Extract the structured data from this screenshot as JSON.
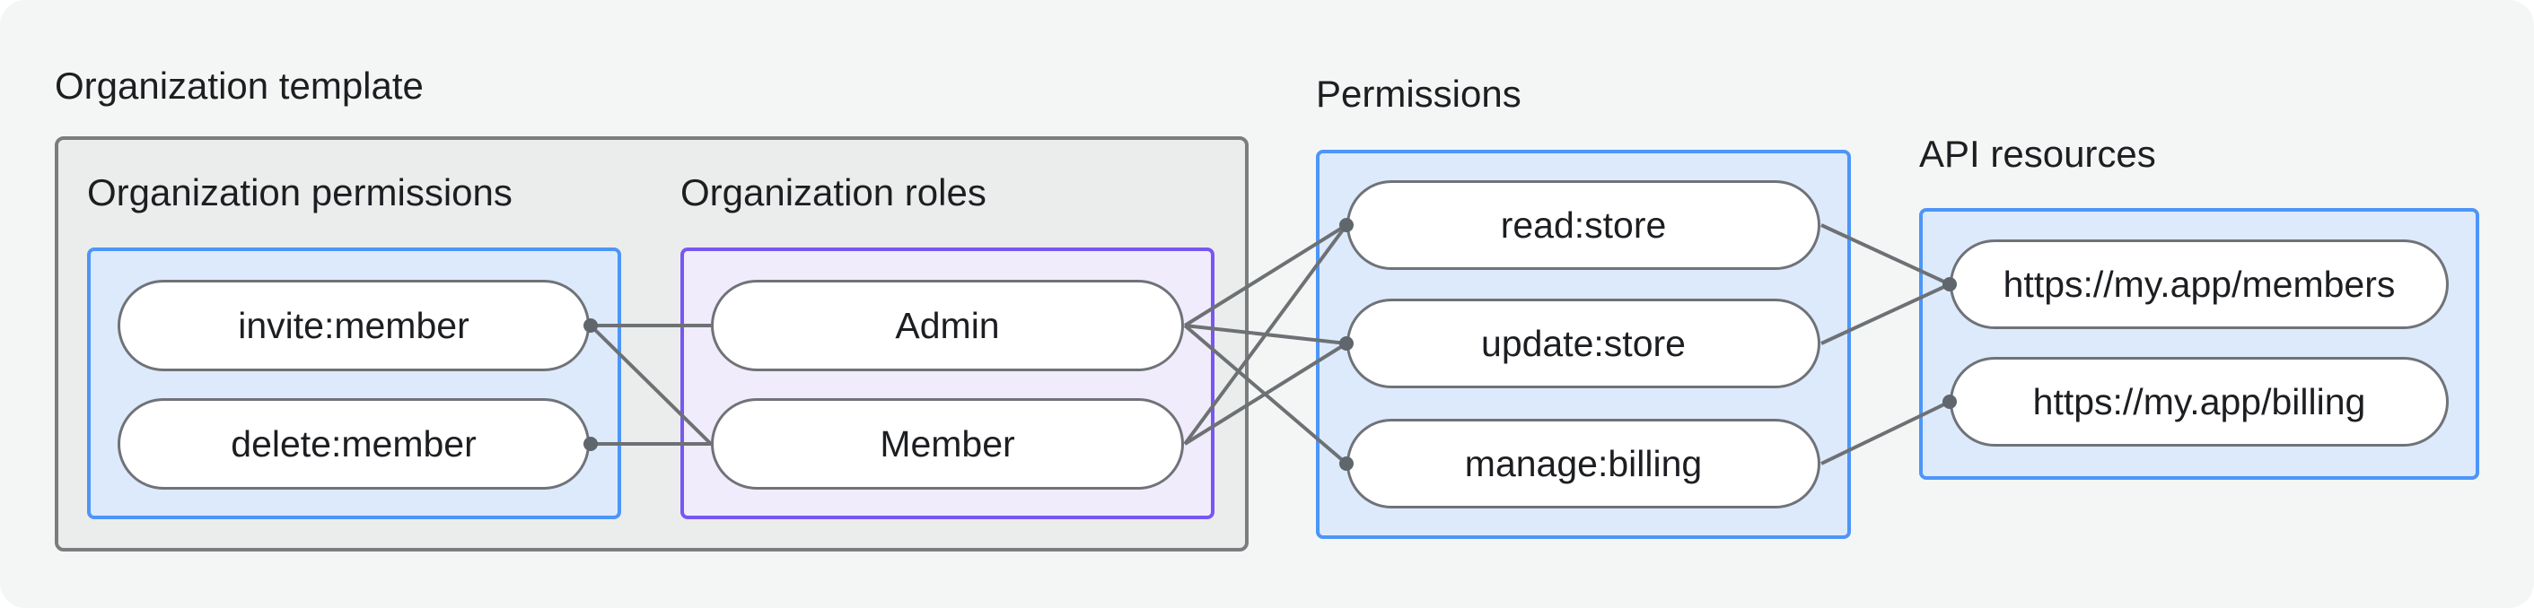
{
  "title": "Organization template",
  "sections": {
    "org_permissions": {
      "label": "Organization permissions",
      "nodes": [
        {
          "id": "invite",
          "label": "invite:member"
        },
        {
          "id": "delete",
          "label": "delete:member"
        }
      ]
    },
    "org_roles": {
      "label": "Organization roles",
      "nodes": [
        {
          "id": "admin",
          "label": "Admin"
        },
        {
          "id": "member",
          "label": "Member"
        }
      ]
    },
    "permissions": {
      "label": "Permissions",
      "nodes": [
        {
          "id": "read",
          "label": "read:store"
        },
        {
          "id": "update",
          "label": "update:store"
        },
        {
          "id": "manage",
          "label": "manage:billing"
        }
      ]
    },
    "api_resources": {
      "label": "API resources",
      "nodes": [
        {
          "id": "members",
          "label": "https://my.app/members"
        },
        {
          "id": "billing",
          "label": "https://my.app/billing"
        }
      ]
    }
  },
  "edges": [
    {
      "from": "invite",
      "to": "admin"
    },
    {
      "from": "invite",
      "to": "member"
    },
    {
      "from": "delete",
      "to": "member"
    },
    {
      "from": "admin",
      "to": "read"
    },
    {
      "from": "admin",
      "to": "update"
    },
    {
      "from": "admin",
      "to": "manage"
    },
    {
      "from": "member",
      "to": "read"
    },
    {
      "from": "member",
      "to": "update"
    },
    {
      "from": "read",
      "to": "members"
    },
    {
      "from": "update",
      "to": "members"
    },
    {
      "from": "manage",
      "to": "billing"
    }
  ],
  "theme": {
    "page_bg": "#f4f6f5",
    "template_box_bg": "#ebedec",
    "template_box_border": "#7a7d80",
    "blue_box_bg": "#ddeafc",
    "blue_box_border": "#4d95f8",
    "purple_box_bg": "#f1ecfc",
    "purple_box_border": "#7857f1",
    "node_bg": "#ffffff",
    "node_border": "#6f7377",
    "edge_color": "#6d7174",
    "dot_color": "#5f666c",
    "text_color": "#1c1e21"
  }
}
